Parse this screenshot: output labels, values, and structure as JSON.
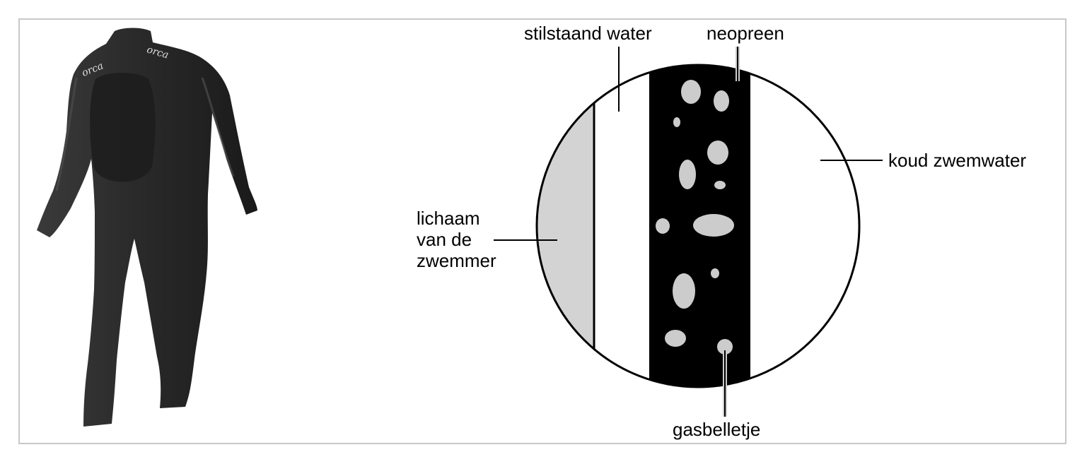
{
  "labels": {
    "stilstaand_water": "stilstaand water",
    "neopreen": "neopreen",
    "koud_zwemwater": "koud zwemwater",
    "lichaam_line1": "lichaam",
    "lichaam_line2": "van de",
    "lichaam_line3": "zwemmer",
    "gasbelletje": "gasbelletje"
  },
  "wetsuit": {
    "brand_marks": [
      "orca",
      "orca"
    ]
  },
  "colors": {
    "neoprene": "#000000",
    "body": "#d3d3d3",
    "bubble": "#cccccc",
    "water": "#ffffff",
    "frame": "#c8c8c8",
    "suit": "#2a2a2a"
  }
}
